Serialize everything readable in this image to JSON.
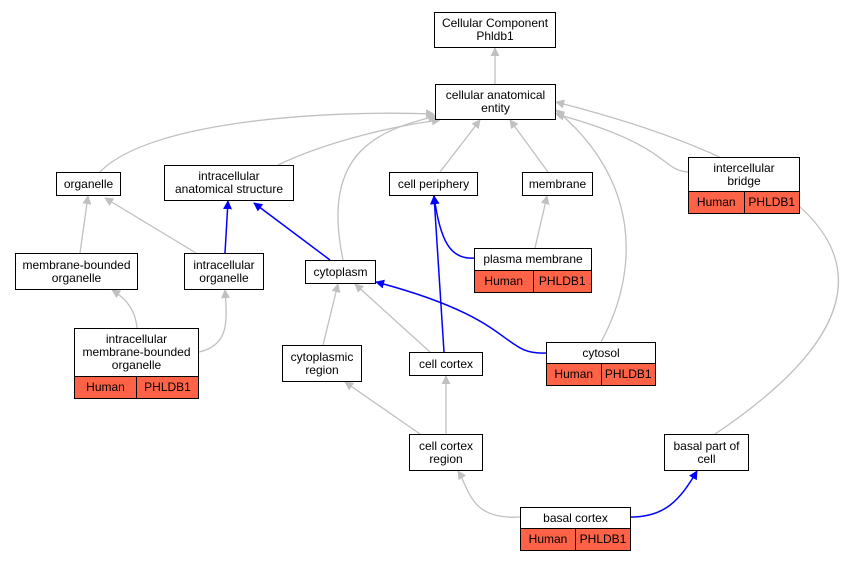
{
  "graph": {
    "nodes": [
      {
        "id": "root",
        "label": "Cellular Component\nPhldb1"
      },
      {
        "id": "cae",
        "label": "cellular anatomical\nentity"
      },
      {
        "id": "organelle",
        "label": "organelle"
      },
      {
        "id": "ias",
        "label": "intracellular\nanatomical structure"
      },
      {
        "id": "periphery",
        "label": "cell periphery"
      },
      {
        "id": "membrane",
        "label": "membrane"
      },
      {
        "id": "bridge",
        "label": "intercellular\nbridge",
        "tags": [
          "Human",
          "PHLDB1"
        ]
      },
      {
        "id": "mbo",
        "label": "membrane-bounded\norganelle"
      },
      {
        "id": "io",
        "label": "intracellular\norganelle"
      },
      {
        "id": "cytoplasm",
        "label": "cytoplasm"
      },
      {
        "id": "pm",
        "label": "plasma membrane",
        "tags": [
          "Human",
          "PHLDB1"
        ]
      },
      {
        "id": "imbo",
        "label": "intracellular\nmembrane-bounded\norganelle",
        "tags": [
          "Human",
          "PHLDB1"
        ]
      },
      {
        "id": "cregion",
        "label": "cytoplasmic\nregion"
      },
      {
        "id": "cortex",
        "label": "cell cortex"
      },
      {
        "id": "cytosol",
        "label": "cytosol",
        "tags": [
          "Human",
          "PHLDB1"
        ]
      },
      {
        "id": "ccregion",
        "label": "cell cortex\nregion"
      },
      {
        "id": "basalpart",
        "label": "basal part of\ncell"
      },
      {
        "id": "basalcortex",
        "label": "basal cortex",
        "tags": [
          "Human",
          "PHLDB1"
        ]
      }
    ],
    "edges": [
      {
        "from": "cae",
        "to": "root",
        "type": "is_a"
      },
      {
        "from": "organelle",
        "to": "cae",
        "type": "is_a"
      },
      {
        "from": "ias",
        "to": "cae",
        "type": "is_a"
      },
      {
        "from": "periphery",
        "to": "cae",
        "type": "is_a"
      },
      {
        "from": "membrane",
        "to": "cae",
        "type": "is_a"
      },
      {
        "from": "bridge",
        "to": "cae",
        "type": "is_a"
      },
      {
        "from": "cytoplasm",
        "to": "cae",
        "type": "is_a"
      },
      {
        "from": "cytosol",
        "to": "cae",
        "type": "is_a"
      },
      {
        "from": "basalpart",
        "to": "cae",
        "type": "is_a"
      },
      {
        "from": "mbo",
        "to": "organelle",
        "type": "is_a"
      },
      {
        "from": "io",
        "to": "organelle",
        "type": "is_a"
      },
      {
        "from": "io",
        "to": "ias",
        "type": "part_of"
      },
      {
        "from": "cytoplasm",
        "to": "ias",
        "type": "part_of"
      },
      {
        "from": "pm",
        "to": "periphery",
        "type": "part_of"
      },
      {
        "from": "cortex",
        "to": "periphery",
        "type": "part_of"
      },
      {
        "from": "pm",
        "to": "membrane",
        "type": "is_a"
      },
      {
        "from": "imbo",
        "to": "mbo",
        "type": "is_a"
      },
      {
        "from": "imbo",
        "to": "io",
        "type": "is_a"
      },
      {
        "from": "cytosol",
        "to": "cytoplasm",
        "type": "part_of"
      },
      {
        "from": "cregion",
        "to": "cytoplasm",
        "type": "is_a"
      },
      {
        "from": "cortex",
        "to": "cytoplasm",
        "type": "is_a"
      },
      {
        "from": "ccregion",
        "to": "cregion",
        "type": "is_a"
      },
      {
        "from": "ccregion",
        "to": "cortex",
        "type": "is_a"
      },
      {
        "from": "basalcortex",
        "to": "ccregion",
        "type": "is_a"
      },
      {
        "from": "basalcortex",
        "to": "basalpart",
        "type": "part_of"
      }
    ]
  },
  "colors": {
    "is_a": "#c0c0c0",
    "part_of": "#0000ff",
    "annotation": "#ff6347",
    "node_border": "#000000"
  }
}
